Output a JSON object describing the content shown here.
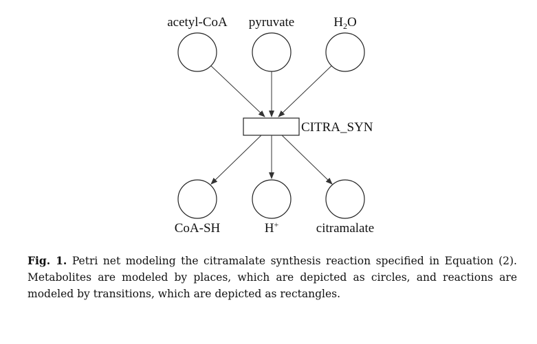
{
  "places": {
    "acetyl_coa": "acetyl-CoA",
    "pyruvate": "pyruvate",
    "h2o_main": "H",
    "h2o_sub": "2",
    "h2o_tail": "O",
    "coa_sh": "CoA-SH",
    "h_plus_main": "H",
    "h_plus_sup": "+",
    "citramalate": "citramalate"
  },
  "transition": {
    "label": "CITRA_SYN"
  },
  "caption": {
    "fig_label": "Fig. 1.",
    "text": "Petri net modeling the citramalate synthesis reaction specified in Equation (2). Metabolites are modeled by places, which are depicted as circles, and reactions are modeled by transitions, which are depicted as rectangles."
  }
}
